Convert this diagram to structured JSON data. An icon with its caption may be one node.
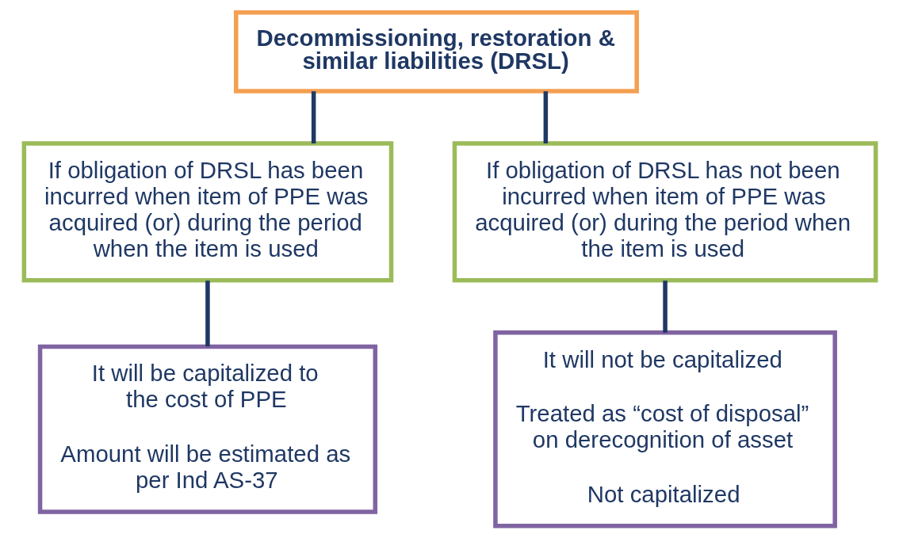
{
  "diagram": {
    "nodes": [
      {
        "text": [
          "Decommissioning, restoration & similar liabilities (DRSL)"
        ]
      },
      {
        "text": [
          "If obligation of DRSL has been incurred when item of PPE was acquired (or) during the period when the item is used"
        ]
      },
      {
        "text": [
          "If obligation of DRSL has not been incurred when item of PPE was acquired (or) during the period when the item is used"
        ]
      },
      {
        "text": [
          "It will be capitalized to the cost of PPE",
          "Amount will be estimated as per Ind AS-37"
        ]
      },
      {
        "text": [
          "It will not be capitalized",
          "Treated as “cost of disposal” on derecognition of asset",
          "Not capitalized"
        ]
      }
    ],
    "edges": [
      {
        "from": 0,
        "to": 1,
        "arrow": "none"
      },
      {
        "from": 0,
        "to": 2,
        "arrow": "none"
      },
      {
        "from": 1,
        "to": 3,
        "arrow": "none"
      },
      {
        "from": 2,
        "to": 4,
        "arrow": "none"
      }
    ]
  }
}
